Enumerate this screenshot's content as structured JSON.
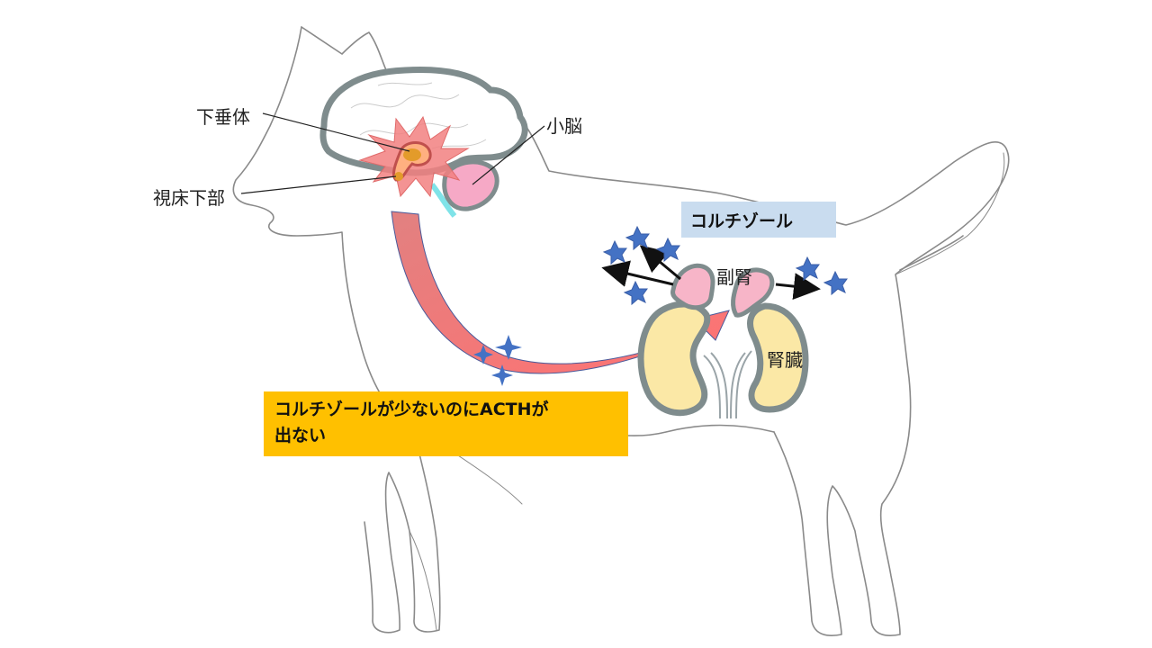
{
  "labels": {
    "pituitary": "下垂体",
    "hypothalamus": "視床下部",
    "cerebellum": "小脳",
    "adrenal": "副腎",
    "kidney": "腎臓"
  },
  "cortisol_box": {
    "text": "コルチゾール",
    "color": "#c9dcef"
  },
  "warning_box": {
    "line1": "コルチゾールが少ないのにACTHが",
    "line2": "出ない",
    "color": "#ffc000"
  },
  "colors": {
    "brain_outline": "#7f8c8d",
    "burst": "#f28080",
    "pituitary": "#e39b2a",
    "cerebellum": "#f6a9c6",
    "adrenal": "#f7b5c8",
    "kidney": "#fbe8a6",
    "arrow": "#e86a6a",
    "star": "#4472c4",
    "dog_outline": "#8a8a8a"
  },
  "icons": [
    "cortisol-star-icon",
    "sparkle-icon",
    "arrow-icon"
  ]
}
